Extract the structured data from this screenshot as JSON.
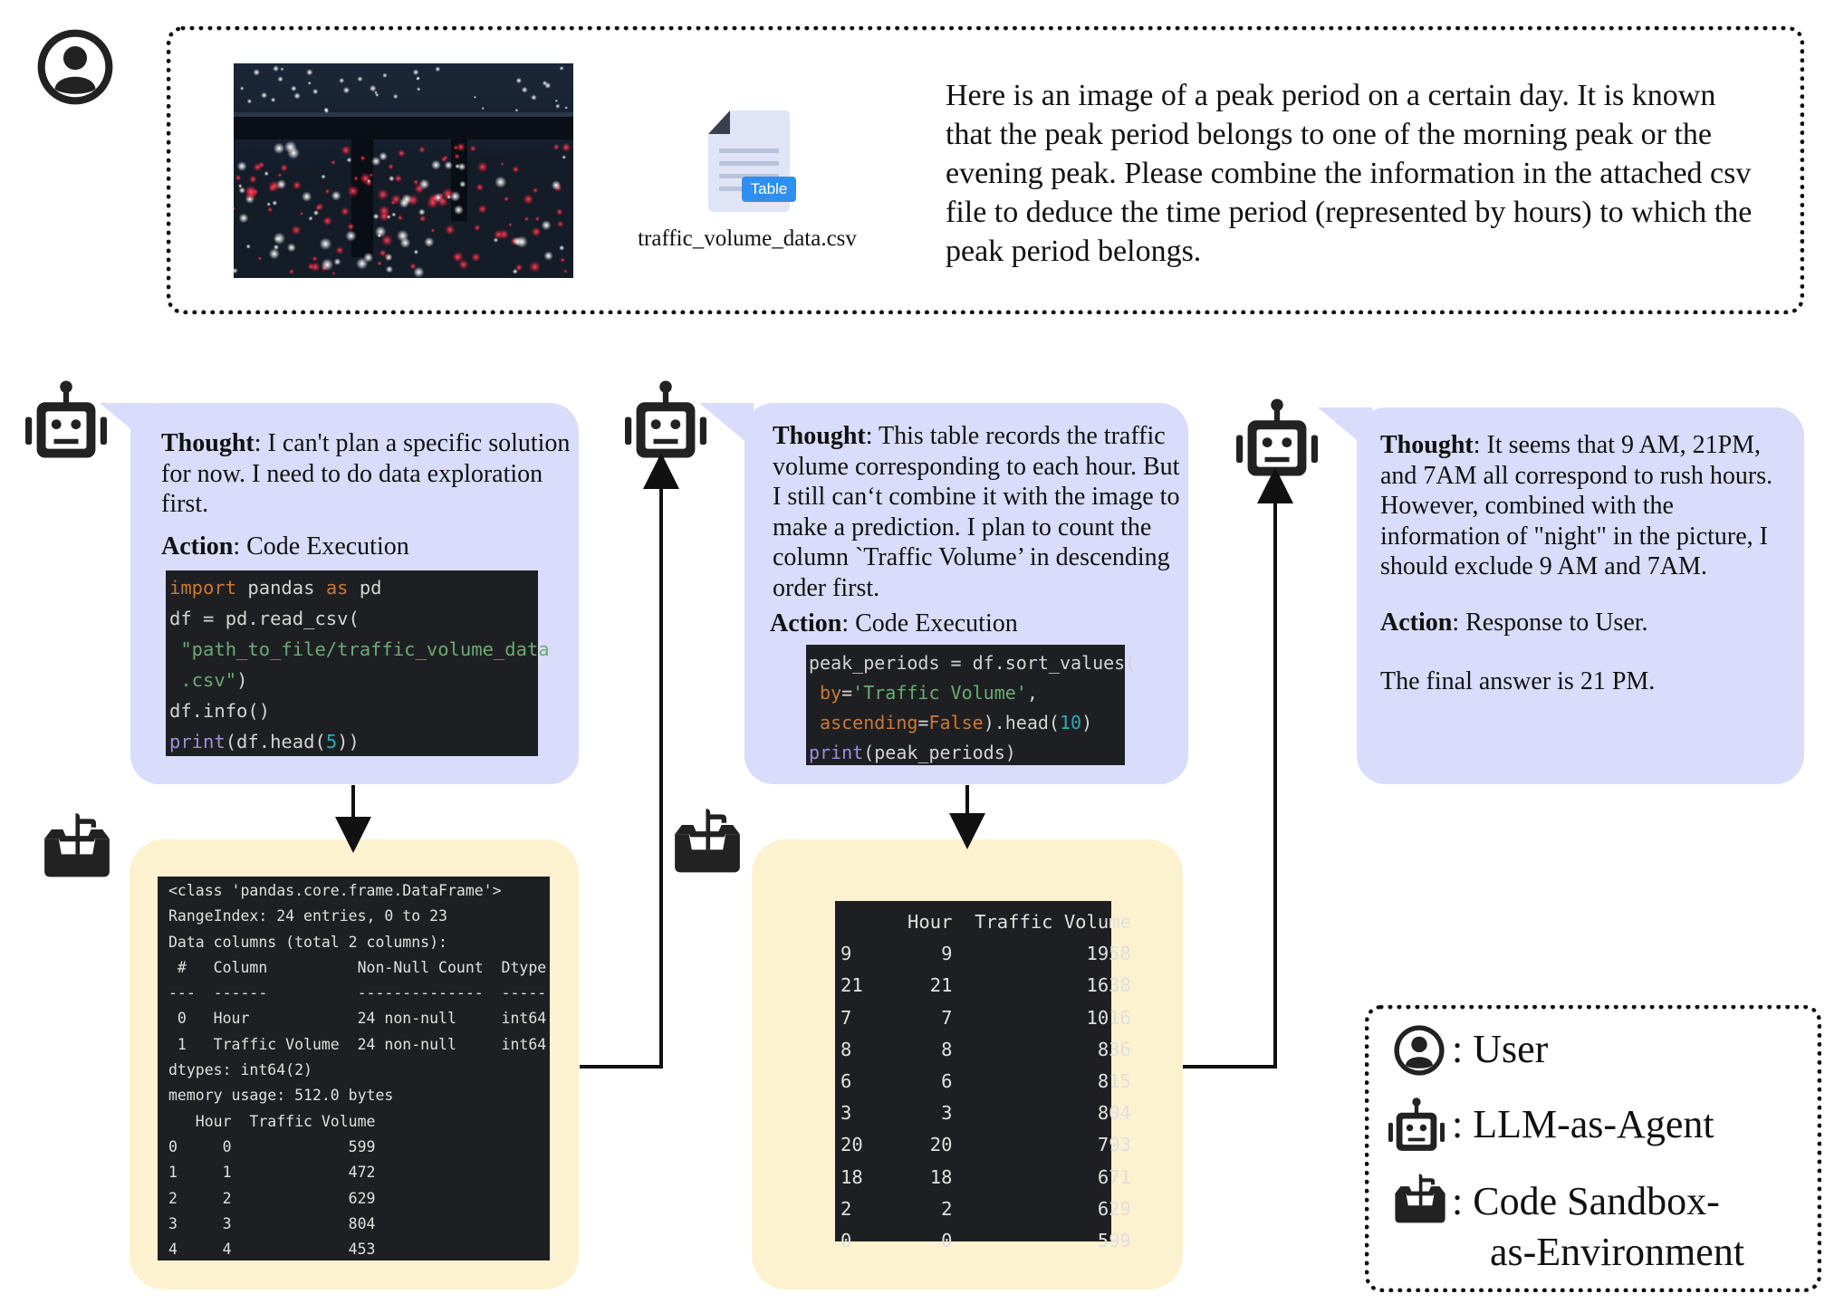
{
  "user_query": {
    "image_caption": "",
    "file_name": "traffic_volume_data.csv",
    "file_badge": "Table",
    "question": "Here is an image of a peak period on a certain day. It is known that the peak period belongs to one of the morning peak or the evening peak. Please combine the information in the attached csv file to deduce the time period (represented by hours) to which the peak period belongs."
  },
  "steps": [
    {
      "thought_label": "Thought",
      "thought_text": ": I can't plan a specific solution for now. I need to do data exploration first.",
      "action_label": "Action",
      "action_text": ": Code Execution",
      "code": [
        [
          [
            "kw",
            "import"
          ],
          [
            "pl",
            " pandas "
          ],
          [
            "kw",
            "as"
          ],
          [
            "pl",
            " pd"
          ]
        ],
        [
          [
            "pl",
            "df = pd.read_csv("
          ]
        ],
        [
          [
            "str",
            " \"path_to_file/traffic_volume_data"
          ]
        ],
        [
          [
            "str",
            " .csv\""
          ],
          [
            "pl",
            ")"
          ]
        ],
        [
          [
            "pl",
            "df.info()"
          ]
        ],
        [
          [
            "fn",
            "print"
          ],
          [
            "pl",
            "(df.head("
          ],
          [
            "num",
            "5"
          ],
          [
            "pl",
            "))"
          ]
        ]
      ]
    },
    {
      "thought_label": "Thought",
      "thought_text": ": This table records the traffic volume corresponding to each hour. But I still can‘t combine it with the image to make a prediction. I plan to count the column `Traffic Volume’ in descending order first.",
      "action_label": "Action",
      "action_text": ": Code Execution",
      "code": [
        [
          [
            "pl",
            "peak_periods = df.sort_values("
          ]
        ],
        [
          [
            "kw",
            " by"
          ],
          [
            "pl",
            "="
          ],
          [
            "str",
            "'Traffic Volume'"
          ],
          [
            "pl",
            ","
          ]
        ],
        [
          [
            "kw",
            " ascending"
          ],
          [
            "pl",
            "="
          ],
          [
            "kw",
            "False"
          ],
          [
            "pl",
            ").head("
          ],
          [
            "num",
            "10"
          ],
          [
            "pl",
            ")"
          ]
        ],
        [
          [
            "fn",
            "print"
          ],
          [
            "pl",
            "(peak_periods)"
          ]
        ]
      ]
    },
    {
      "thought_label": "Thought",
      "thought_text": ": It seems that 9 AM, 21PM, and 7AM all correspond to rush hours. However, combined with the information of \"night\" in the picture, I should exclude 9 AM and 7AM.",
      "action_label": "Action",
      "action_text": ": Response to User.",
      "final_answer": "The final answer is 21 PM."
    }
  ],
  "env_outputs": {
    "info_output": [
      "<class 'pandas.core.frame.DataFrame'>",
      "RangeIndex: 24 entries, 0 to 23",
      "Data columns (total 2 columns):",
      " #   Column          Non-Null Count  Dtype",
      "---  ------          --------------  -----",
      " 0   Hour            24 non-null     int64",
      " 1   Traffic Volume  24 non-null     int64",
      "dtypes: int64(2)",
      "memory usage: 512.0 bytes",
      "   Hour  Traffic Volume",
      "0     0             599",
      "1     1             472",
      "2     2             629",
      "3     3             804",
      "4     4             453"
    ],
    "sorted_output": [
      "      Hour  Traffic Volume",
      "9        9            1958",
      "21      21            1638",
      "7        7            1016",
      "8        8             836",
      "6        6             815",
      "3        3             804",
      "20      20             793",
      "18      18             671",
      "2        2             629",
      "0        0             599"
    ]
  },
  "legend": {
    "user": ":  User",
    "agent": ":  LLM-as-Agent",
    "sandbox_line1": ":  Code Sandbox-",
    "sandbox_line2": "as-Environment"
  }
}
